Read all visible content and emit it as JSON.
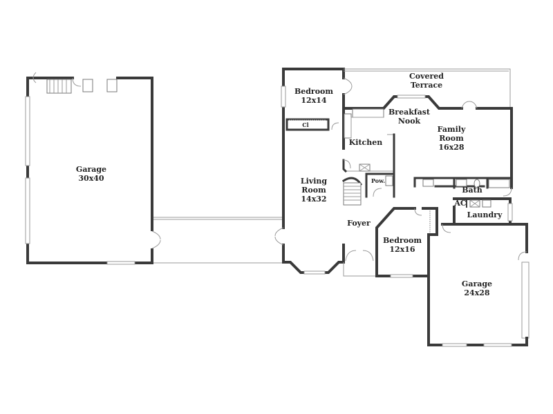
{
  "title": "Floor Plan",
  "rooms": [
    {
      "id": "garage-left",
      "name": "Garage",
      "size": "30x40"
    },
    {
      "id": "bedroom-1",
      "name": "Bedroom",
      "size": "12x14"
    },
    {
      "id": "covered-terrace",
      "name": "Covered",
      "size": "Terrace"
    },
    {
      "id": "breakfast-nook",
      "name": "Breakfast",
      "size": "Nook"
    },
    {
      "id": "family-room",
      "name": "Family Room",
      "size": "16x28"
    },
    {
      "id": "kitchen",
      "name": "Kitchen",
      "size": ""
    },
    {
      "id": "living-room",
      "name": "Living Room",
      "size": "14x32"
    },
    {
      "id": "foyer",
      "name": "Foyer",
      "size": ""
    },
    {
      "id": "bedroom-2",
      "name": "Bedroom",
      "size": "12x16"
    },
    {
      "id": "bath",
      "name": "Bath",
      "size": ""
    },
    {
      "id": "laundry",
      "name": "Laundry",
      "size": ""
    },
    {
      "id": "garage-right",
      "name": "Garage",
      "size": "24x28"
    }
  ],
  "labels": {
    "closet": "Cl",
    "powder": "Pow.",
    "ac": "AC",
    "family_line1": "Family",
    "family_line2": "Room",
    "living_line1": "Living",
    "living_line2": "Room"
  }
}
